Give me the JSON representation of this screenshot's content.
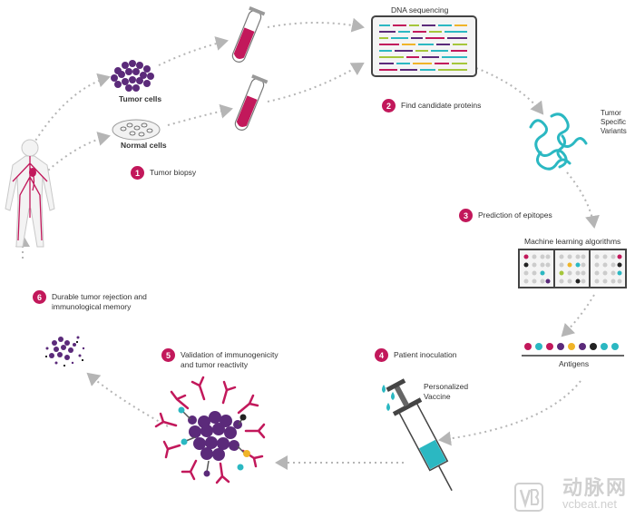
{
  "labels": {
    "tumor_cells": "Tumor cells",
    "normal_cells": "Normal cells",
    "dna_sequencing": "DNA sequencing",
    "tumor_specific_variants": "Tumor\nSpecific\nVariants",
    "ml_algorithms": "Machine learning algorithms",
    "antigens": "Antigens",
    "personalized_vaccine": "Personalized\nVaccine"
  },
  "steps": [
    {
      "number": "1",
      "text": "Tumor biopsy"
    },
    {
      "number": "2",
      "text": "Find candidate proteins"
    },
    {
      "number": "3",
      "text": "Prediction of epitopes"
    },
    {
      "number": "4",
      "text": "Patient inoculation"
    },
    {
      "number": "5",
      "text": "Validation of immunogenicity\nand tumor reactivity"
    },
    {
      "number": "6",
      "text": "Durable tumor rejection and\nimmunological memory"
    }
  ],
  "watermark": {
    "brand_cn": "动脉网",
    "url": "vcbeat.net"
  },
  "colors": {
    "accent": "#c2185b",
    "tumor": "#5b2a7a",
    "protein": "#2bb8c2",
    "arrow": "#b5b5b5"
  }
}
